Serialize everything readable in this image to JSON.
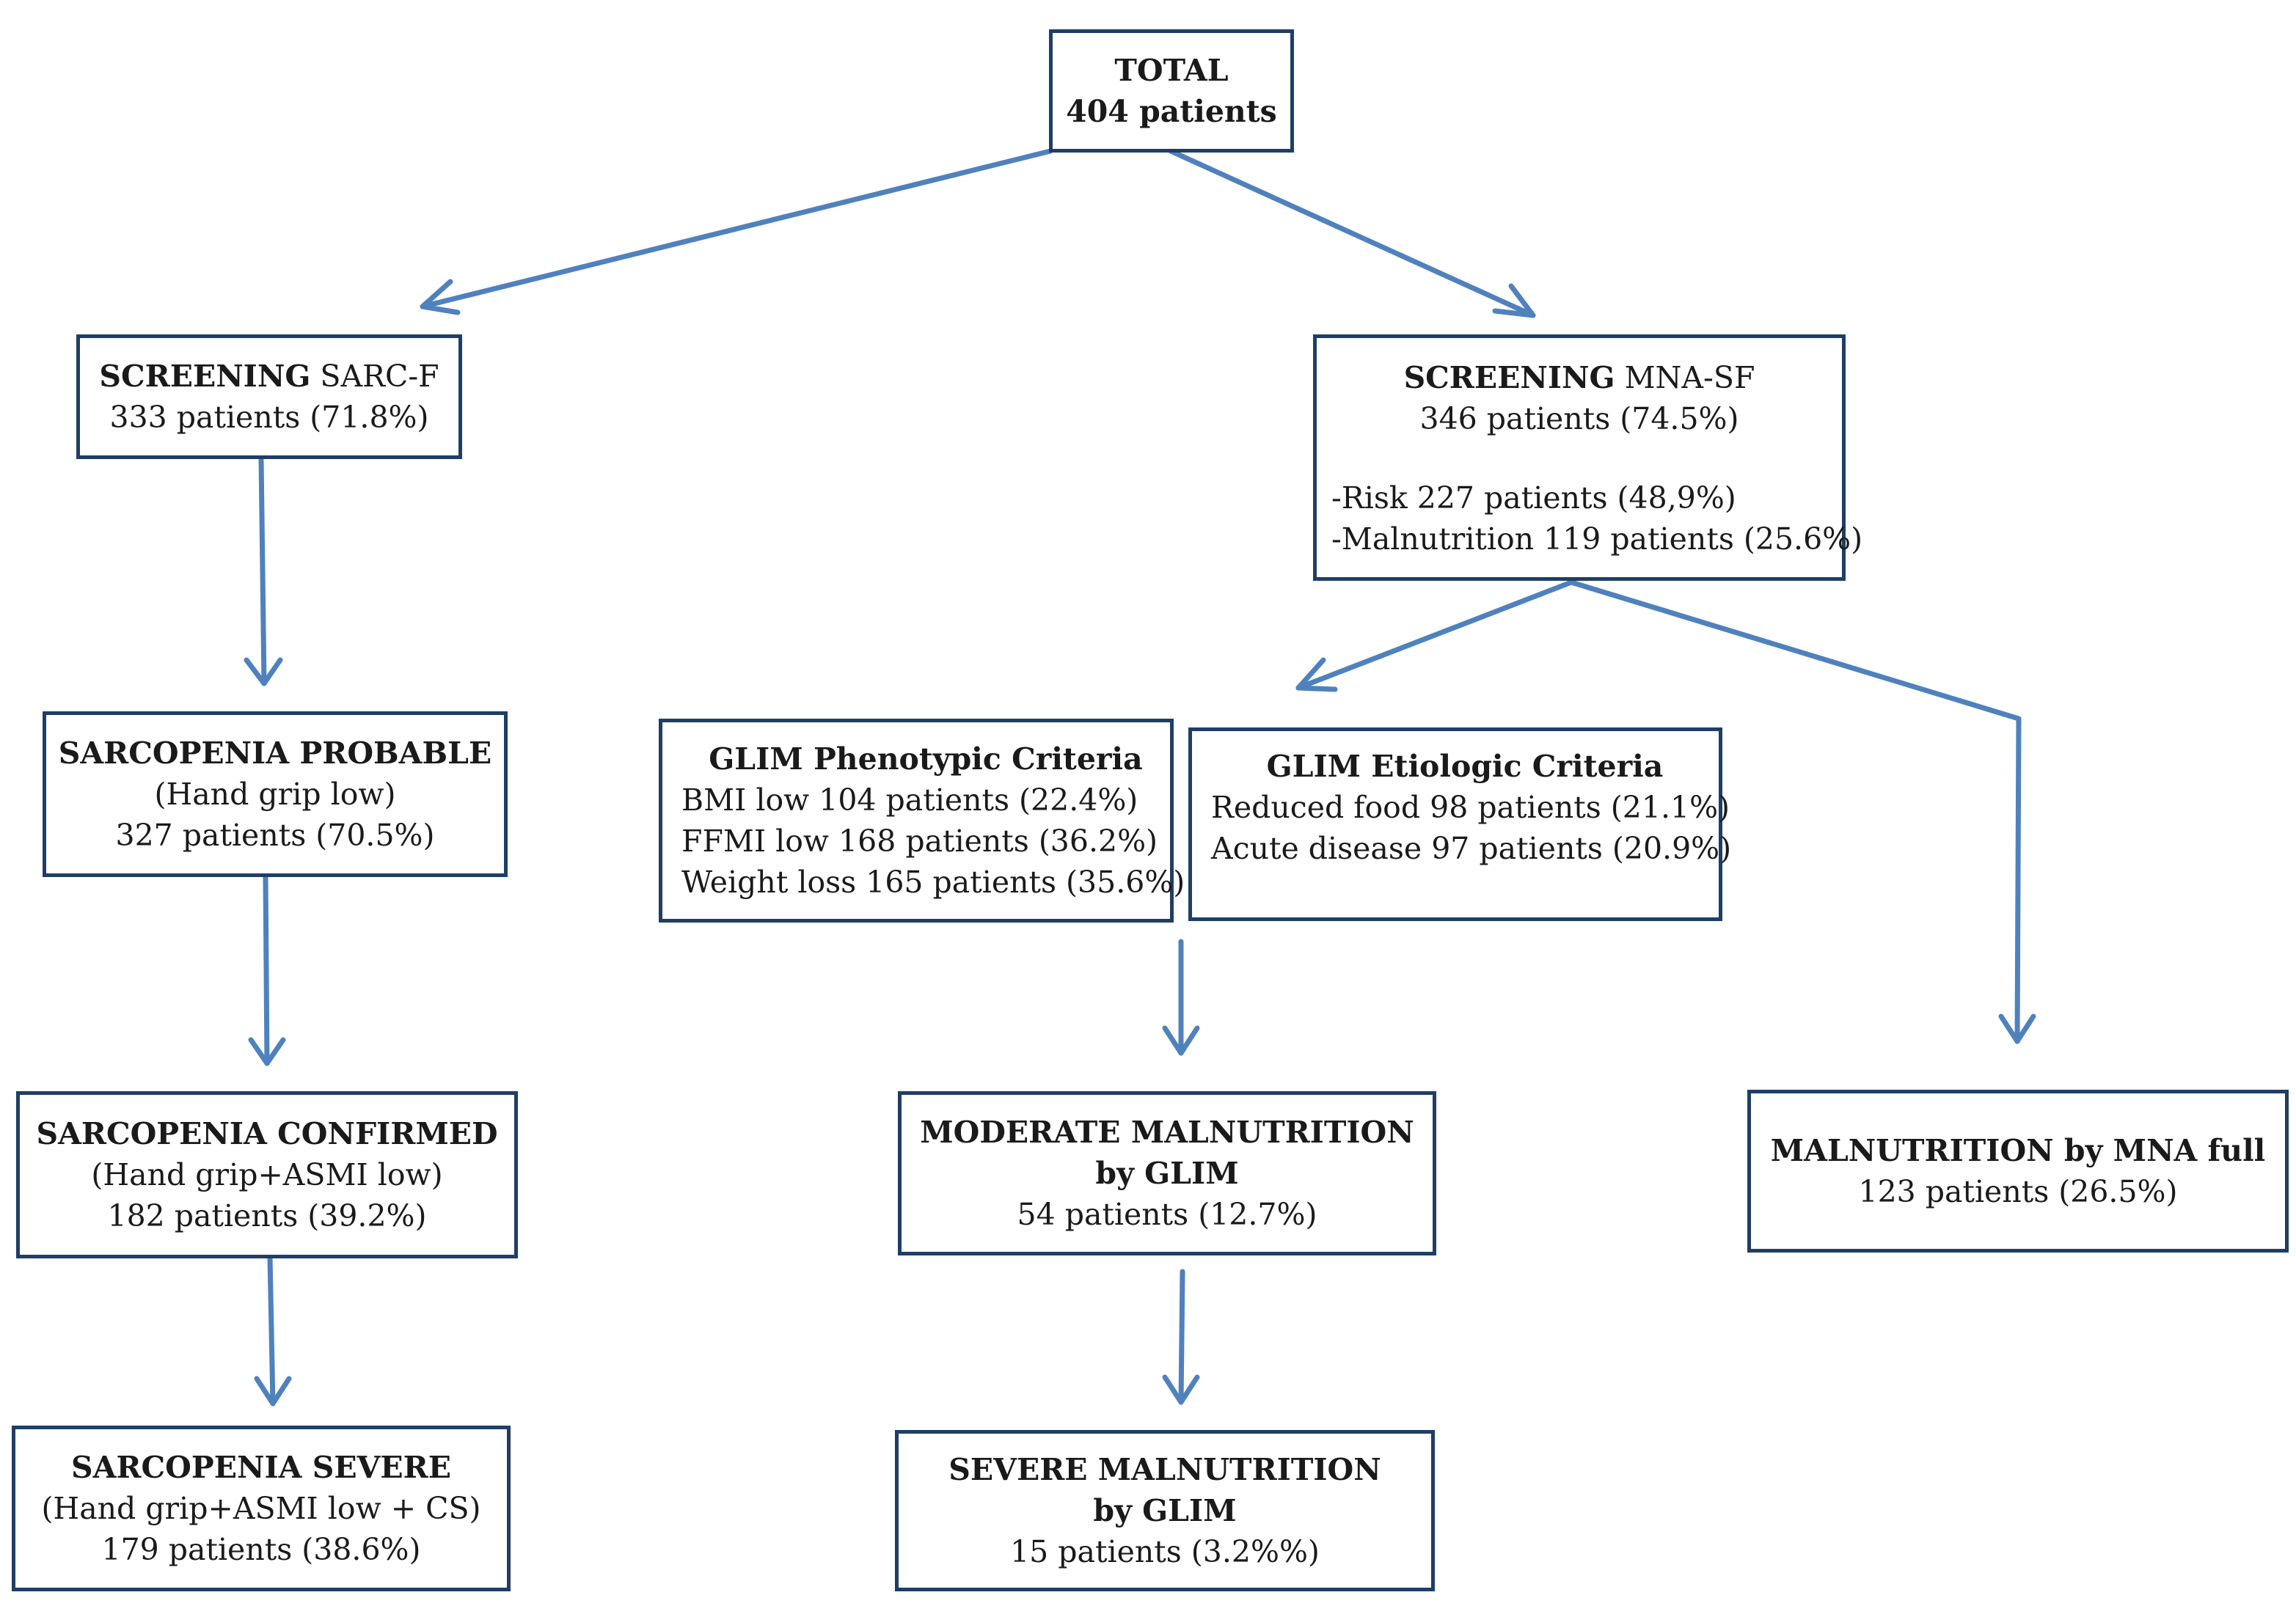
{
  "total": {
    "title": "TOTAL",
    "count": "404 patients"
  },
  "screening_sarcf": {
    "title_bold": "SCREENING",
    "title_rest": " SARC-F",
    "count": "333 patients (71.8%)"
  },
  "screening_mnasf": {
    "title_bold": "SCREENING",
    "title_rest": " MNA-SF",
    "count": "346 patients (74.5%)",
    "risk": "-Risk 227 patients (48,9%)",
    "malnutrition": "-Malnutrition 119 patients (25.6%)"
  },
  "sarcopenia_probable": {
    "title": "SARCOPENIA PROBABLE",
    "criteria": "(Hand grip low)",
    "count": "327 patients (70.5%)"
  },
  "sarcopenia_confirmed": {
    "title": "SARCOPENIA CONFIRMED",
    "criteria": "(Hand grip+ASMI low)",
    "count": "182 patients (39.2%)"
  },
  "sarcopenia_severe": {
    "title": "SARCOPENIA SEVERE",
    "criteria": "(Hand grip+ASMI low + CS)",
    "count": "179 patients (38.6%)"
  },
  "glim_phenotypic": {
    "title": "GLIM Phenotypic Criteria",
    "items": [
      "BMI low 104 patients (22.4%)",
      "FFMI low 168 patients (36.2%)",
      "Weight loss 165 patients (35.6%)"
    ]
  },
  "glim_etiologic": {
    "title": "GLIM Etiologic Criteria",
    "items": [
      "Reduced food 98 patients (21.1%)",
      "Acute disease 97 patients (20.9%)"
    ]
  },
  "moderate_malnutrition": {
    "title_line1": "MODERATE MALNUTRITION",
    "title_line2": "by GLIM",
    "count": "54 patients (12.7%)"
  },
  "severe_malnutrition": {
    "title_line1": "SEVERE MALNUTRITION",
    "title_line2": "by GLIM",
    "count": "15 patients (3.2%%)"
  },
  "malnutrition_mna_full": {
    "title": "MALNUTRITION by MNA full",
    "count": "123 patients (26.5%)"
  },
  "colors": {
    "box_border": "#1f3e66",
    "arrow": "#4f81bd"
  }
}
